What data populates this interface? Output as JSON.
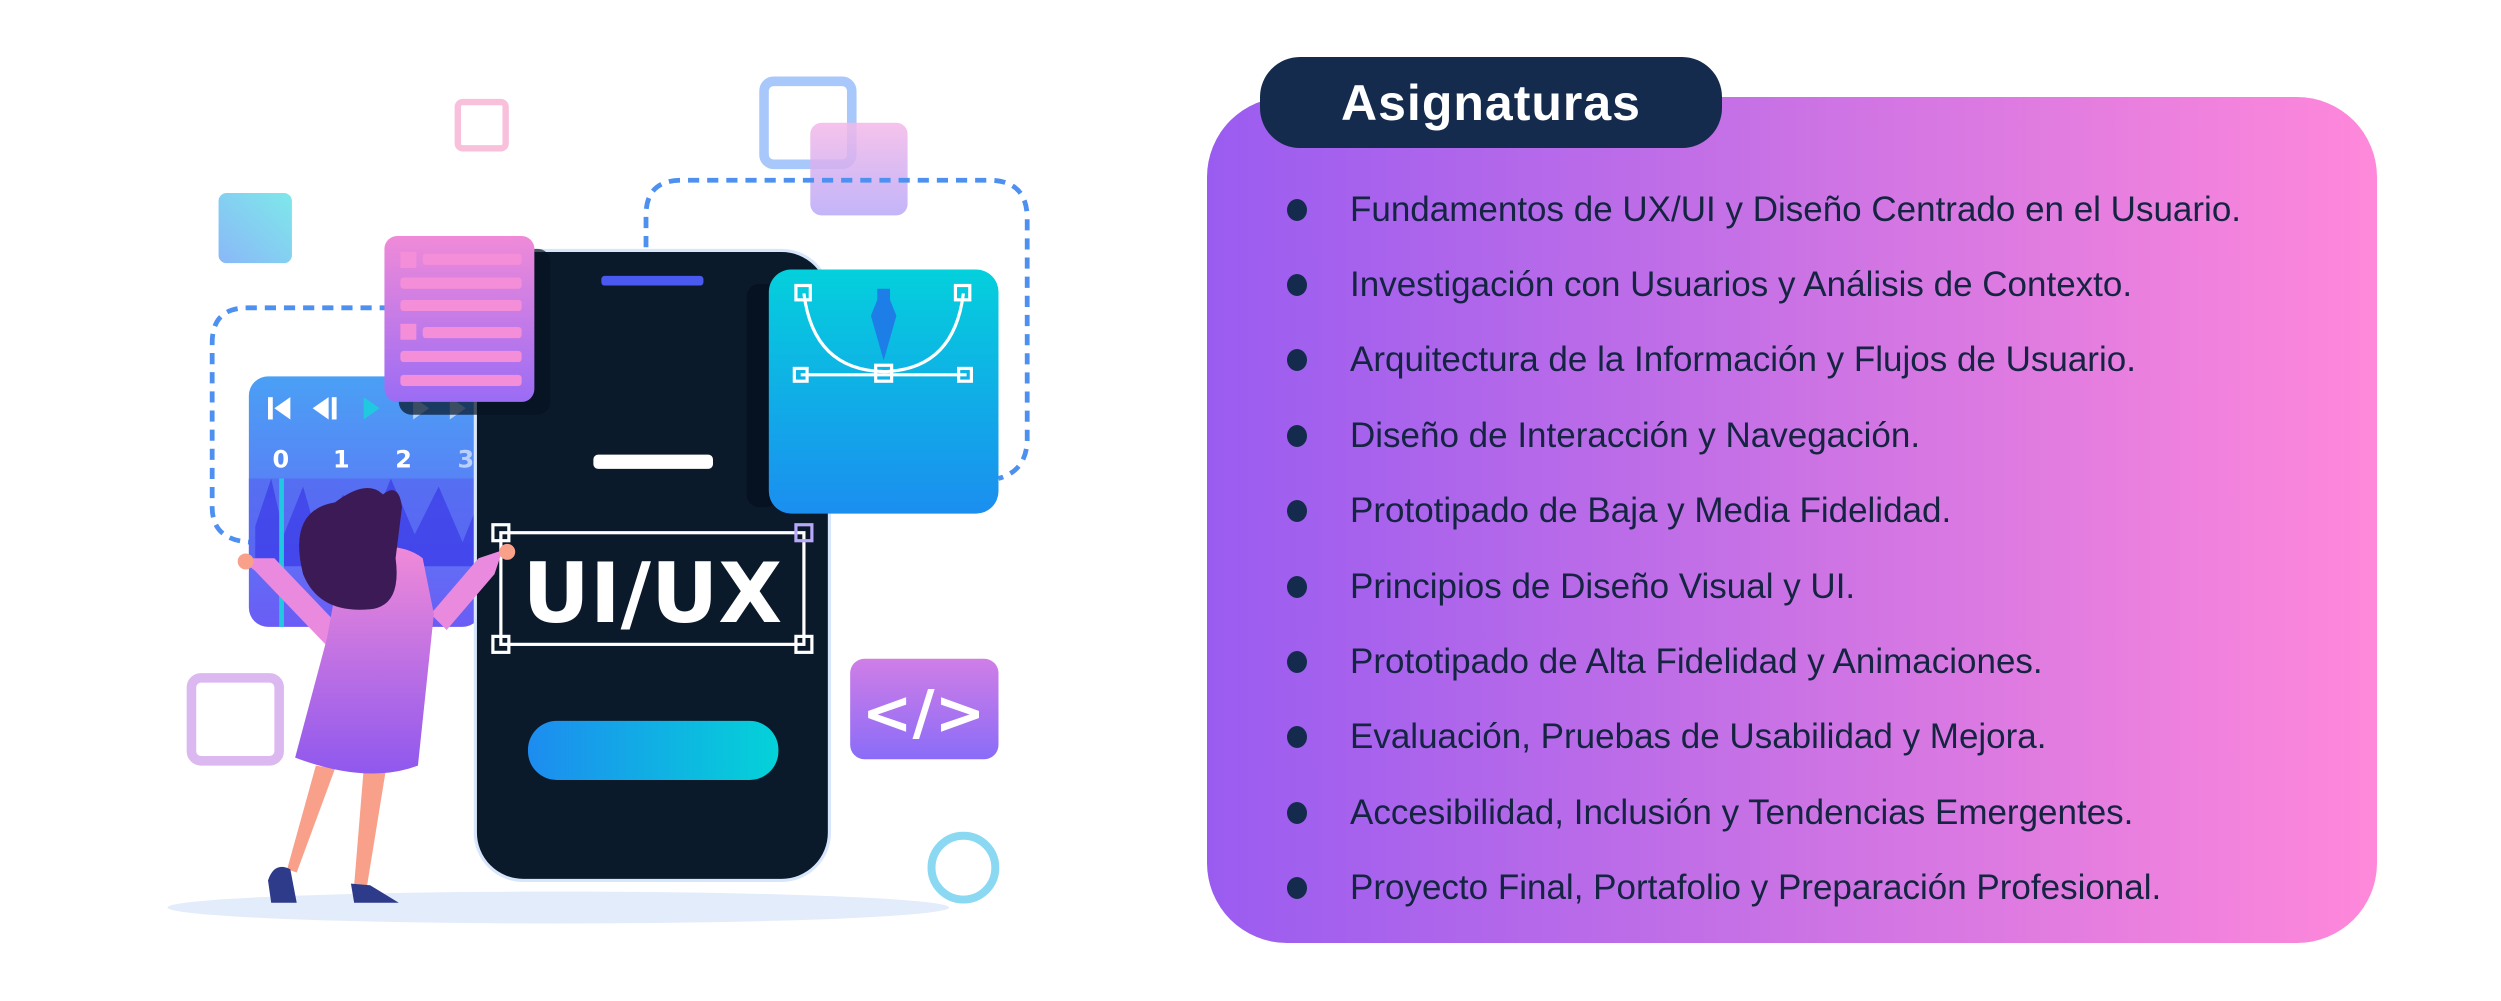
{
  "illustration": {
    "screen_label": "UI/UX",
    "timeline_numbers": [
      "0",
      "1",
      "2",
      "3"
    ],
    "code_symbol": "</>"
  },
  "subjects": {
    "title": "Asignaturas",
    "items": [
      "Fundamentos de UX/UI y Diseño Centrado en el Usuario.",
      "Investigación con Usuarios y Análisis de Contexto.",
      "Arquitectura de la Información y Flujos de Usuario.",
      "Diseño de Interacción y Navegación.",
      "Prototipado de Baja y Media Fidelidad.",
      "Principios de Diseño Visual y UI.",
      "Prototipado de Alta Fidelidad y Animaciones.",
      "Evaluación, Pruebas de Usabilidad y Mejora.",
      "Accesibilidad, Inclusión y Tendencias Emergentes.",
      "Proyecto Final, Portafolio y Preparación Profesional."
    ]
  },
  "colors": {
    "pill": "#152b4d",
    "gradient_start": "#9a5cf0",
    "gradient_end": "#ff88da",
    "phone": "#0b1a2a"
  }
}
